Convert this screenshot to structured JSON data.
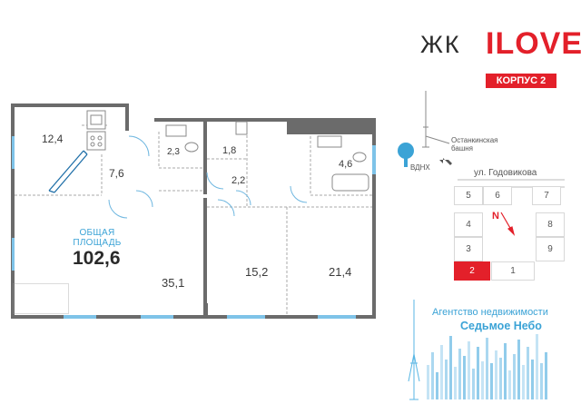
{
  "brand": {
    "zk": "ЖК",
    "love": "ILOVE",
    "korpus": "КОРПУС 2"
  },
  "plan": {
    "total_label_1": "ОБЩАЯ",
    "total_label_2": "ПЛОЩАДЬ",
    "total_value": "102,6",
    "rooms": [
      {
        "id": "hall",
        "area": "12,4"
      },
      {
        "id": "corridor",
        "area": "7,6"
      },
      {
        "id": "bath-small",
        "area": "2,3"
      },
      {
        "id": "closet",
        "area": "1,8"
      },
      {
        "id": "passage",
        "area": "2,2"
      },
      {
        "id": "bath-large",
        "area": "4,6"
      },
      {
        "id": "living",
        "area": "35,1"
      },
      {
        "id": "bedroom-1",
        "area": "15,2"
      },
      {
        "id": "bedroom-2",
        "area": "21,4"
      }
    ]
  },
  "map": {
    "tower_label_1": "Останкинская",
    "tower_label_2": "башня",
    "vdnh": "ВДНХ",
    "street": "ул. Годовикова",
    "north": "N",
    "sections": [
      {
        "num": "5"
      },
      {
        "num": "6"
      },
      {
        "num": "7"
      },
      {
        "num": "4"
      },
      {
        "num": "8"
      },
      {
        "num": "3"
      },
      {
        "num": "9"
      },
      {
        "num": "2",
        "active": true
      },
      {
        "num": "1"
      }
    ],
    "colors": {
      "active": "#e3202a",
      "tree": "#3ba3d6"
    }
  },
  "agency": {
    "line1": "Агентство недвижимости",
    "line2": "Седьмое Небо",
    "color": "#3ba3d6"
  }
}
